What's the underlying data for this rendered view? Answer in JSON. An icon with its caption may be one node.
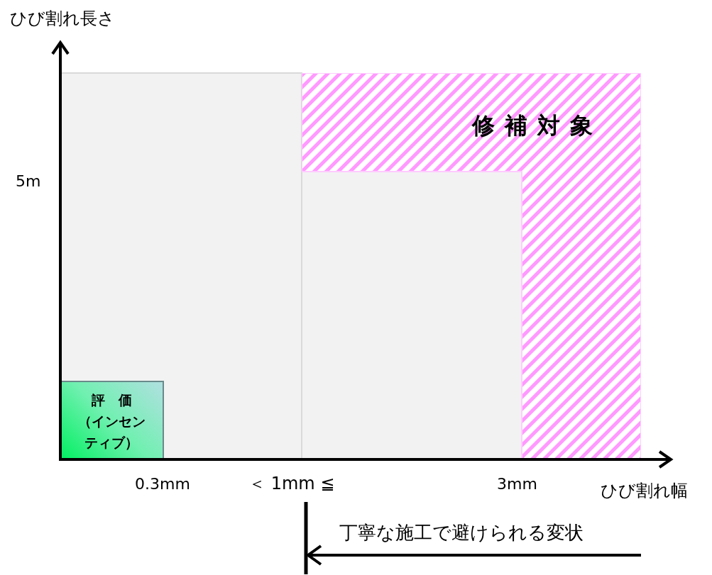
{
  "diagram": {
    "nodes": [
      {
        "text": [
          "修補対象"
        ]
      },
      {
        "text": [
          "評　価",
          "（インセンティブ）"
        ]
      }
    ],
    "edges": [],
    "labels": [
      "ひび割れ長さ",
      "5m",
      "0.3mm",
      "＜ 1mm ≦",
      "3mm",
      "ひび割れ幅",
      "丁寧な施工で避けられる変状"
    ]
  }
}
